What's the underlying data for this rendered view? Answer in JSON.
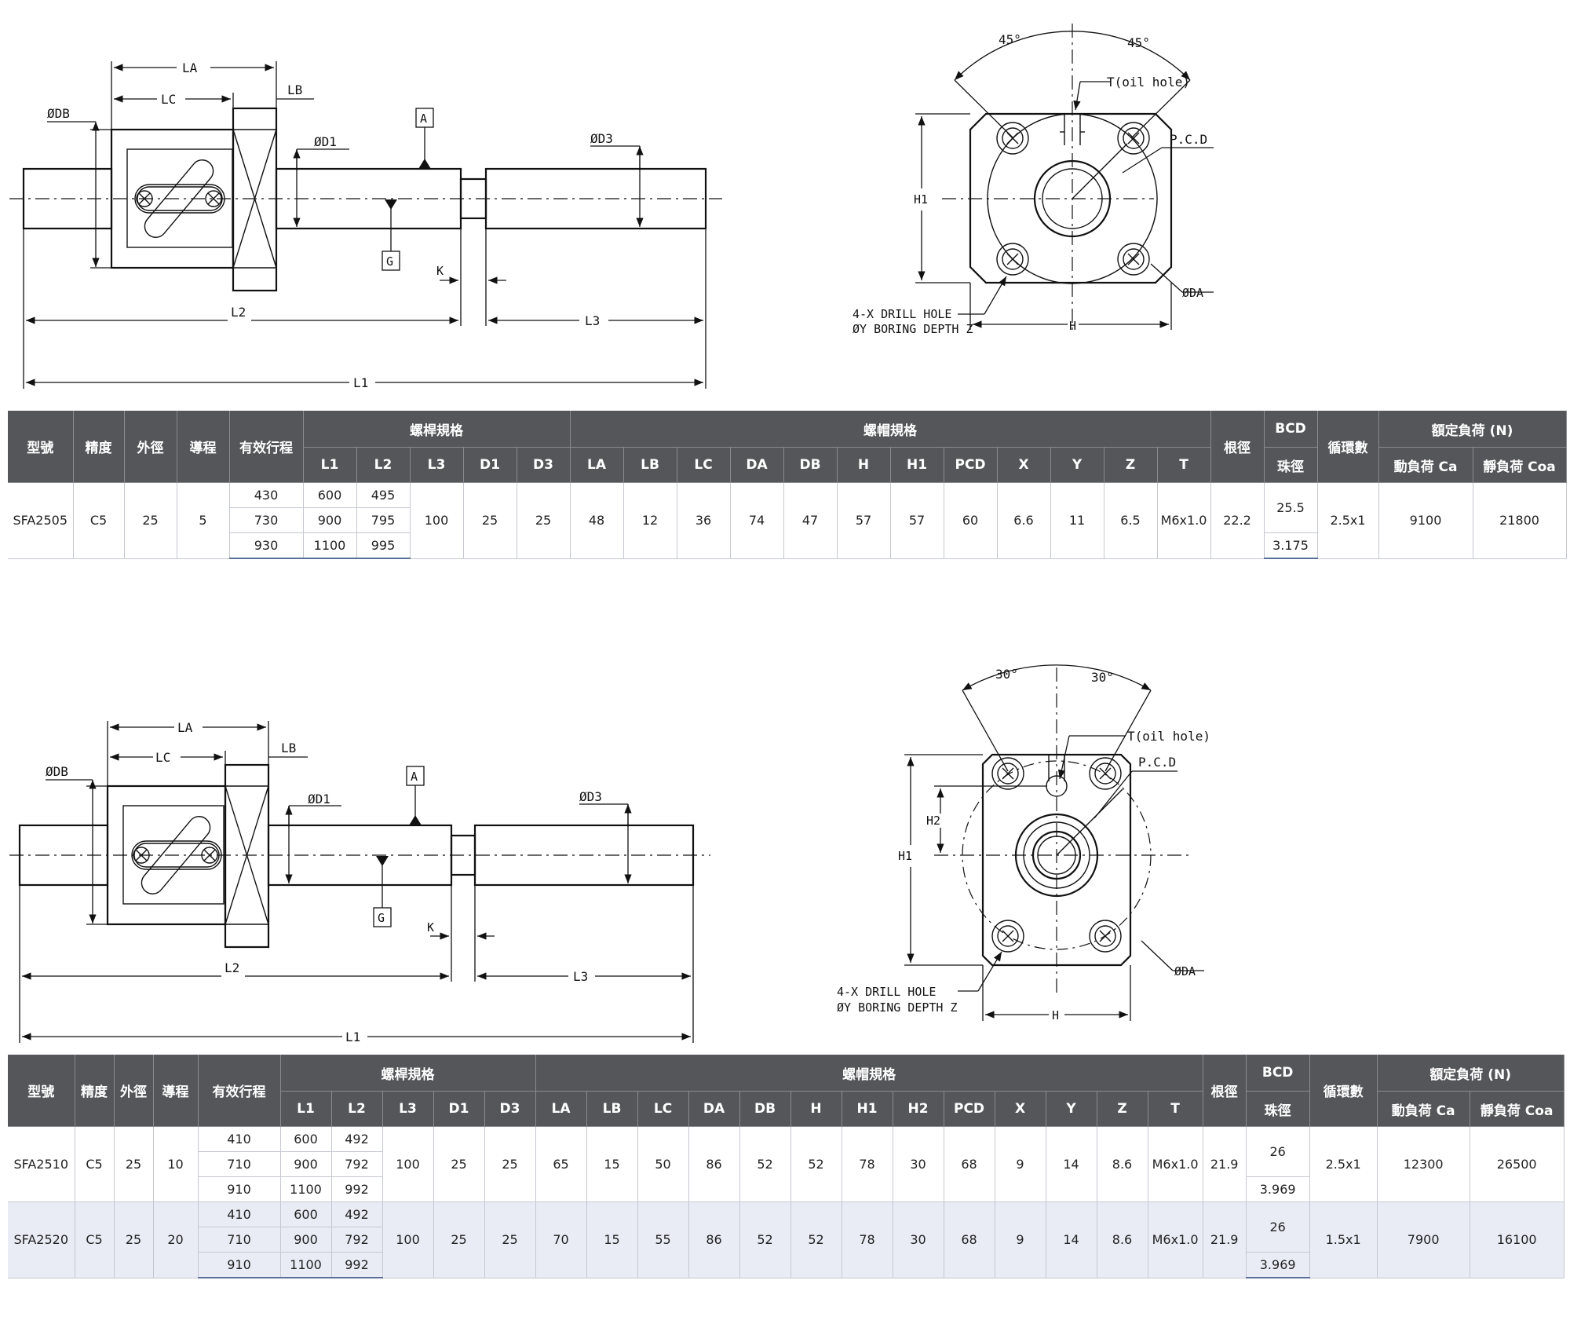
{
  "drawing1": {
    "side": {
      "LA": "LA",
      "LB": "LB",
      "LC": "LC",
      "DB": "ØDB",
      "D1": "ØD1",
      "D3": "ØD3",
      "A": "A",
      "G": "G",
      "K": "K",
      "L1": "L1",
      "L2": "L2",
      "L3": "L3"
    },
    "front": {
      "angle_left": "45°",
      "angle_right": "45°",
      "oil": "T(oil hole)",
      "pcd": "P.C.D",
      "h1": "H1",
      "da": "ØDA",
      "h": "H",
      "drill_1": "4-X DRILL HOLE",
      "drill_2": "ØY BORING DEPTH Z"
    }
  },
  "table1": {
    "head": {
      "model": "型號",
      "precision": "精度",
      "od": "外徑",
      "lead": "導程",
      "stroke": "有效行程",
      "screw_spec": "螺桿規格",
      "nut_spec": "螺帽規格",
      "root": "根徑",
      "bcd": "BCD",
      "ball": "珠徑",
      "circuit": "循環數",
      "rated": "額定負荷 (N)",
      "dyn": "動負荷 Ca",
      "stat": "靜負荷 Coa",
      "cols": [
        "L1",
        "L2",
        "L3",
        "D1",
        "D3",
        "LA",
        "LB",
        "LC",
        "DA",
        "DB",
        "H",
        "H1",
        "PCD",
        "X",
        "Y",
        "Z",
        "T"
      ]
    },
    "rows": [
      {
        "model": "SFA2505",
        "precision": "C5",
        "od": "25",
        "lead": "5",
        "strokes": [
          "430",
          "730",
          "930"
        ],
        "l1": [
          "600",
          "900",
          "1100"
        ],
        "l2": [
          "495",
          "795",
          "995"
        ],
        "L3": "100",
        "D1": "25",
        "D3": "25",
        "LA": "48",
        "LB": "12",
        "LC": "36",
        "DA": "74",
        "DB": "47",
        "H": "57",
        "H1": "57",
        "PCD": "60",
        "X": "6.6",
        "Y": "11",
        "Z": "6.5",
        "T": "M6x1.0",
        "root": "22.2",
        "bcd": "25.5",
        "ball": "3.175",
        "circuit": "2.5x1",
        "dyn": "9100",
        "stat": "21800"
      }
    ]
  },
  "drawing2": {
    "side": {
      "LA": "LA",
      "LB": "LB",
      "LC": "LC",
      "DB": "ØDB",
      "D1": "ØD1",
      "D3": "ØD3",
      "A": "A",
      "G": "G",
      "K": "K",
      "L1": "L1",
      "L2": "L2",
      "L3": "L3"
    },
    "front": {
      "angle_left": "30°",
      "angle_right": "30°",
      "oil": "T(oil hole)",
      "pcd": "P.C.D",
      "h1": "H1",
      "h2": "H2",
      "da": "ØDA",
      "h": "H",
      "drill_1": "4-X DRILL HOLE",
      "drill_2": "ØY BORING DEPTH Z"
    }
  },
  "table2": {
    "head": {
      "model": "型號",
      "precision": "精度",
      "od": "外徑",
      "lead": "導程",
      "stroke": "有效行程",
      "screw_spec": "螺桿規格",
      "nut_spec": "螺帽規格",
      "root": "根徑",
      "bcd": "BCD",
      "ball": "珠徑",
      "circuit": "循環數",
      "rated": "額定負荷 (N)",
      "dyn": "動負荷 Ca",
      "stat": "靜負荷 Coa",
      "cols": [
        "L1",
        "L2",
        "L3",
        "D1",
        "D3",
        "LA",
        "LB",
        "LC",
        "DA",
        "DB",
        "H",
        "H1",
        "H2",
        "PCD",
        "X",
        "Y",
        "Z",
        "T"
      ]
    },
    "rows": [
      {
        "model": "SFA2510",
        "precision": "C5",
        "od": "25",
        "lead": "10",
        "strokes": [
          "410",
          "710",
          "910"
        ],
        "l1": [
          "600",
          "900",
          "1100"
        ],
        "l2": [
          "492",
          "792",
          "992"
        ],
        "L3": "100",
        "D1": "25",
        "D3": "25",
        "LA": "65",
        "LB": "15",
        "LC": "50",
        "DA": "86",
        "DB": "52",
        "H": "52",
        "H1": "78",
        "H2": "30",
        "PCD": "68",
        "X": "9",
        "Y": "14",
        "Z": "8.6",
        "T": "M6x1.0",
        "root": "21.9",
        "bcd": "26",
        "ball": "3.969",
        "circuit": "2.5x1",
        "dyn": "12300",
        "stat": "26500"
      },
      {
        "model": "SFA2520",
        "precision": "C5",
        "od": "25",
        "lead": "20",
        "strokes": [
          "410",
          "710",
          "910"
        ],
        "l1": [
          "600",
          "900",
          "1100"
        ],
        "l2": [
          "492",
          "792",
          "992"
        ],
        "L3": "100",
        "D1": "25",
        "D3": "25",
        "LA": "70",
        "LB": "15",
        "LC": "55",
        "DA": "86",
        "DB": "52",
        "H": "52",
        "H1": "78",
        "H2": "30",
        "PCD": "68",
        "X": "9",
        "Y": "14",
        "Z": "8.6",
        "T": "M6x1.0",
        "root": "21.9",
        "bcd": "26",
        "ball": "3.969",
        "circuit": "1.5x1",
        "dyn": "7900",
        "stat": "16100"
      }
    ]
  }
}
